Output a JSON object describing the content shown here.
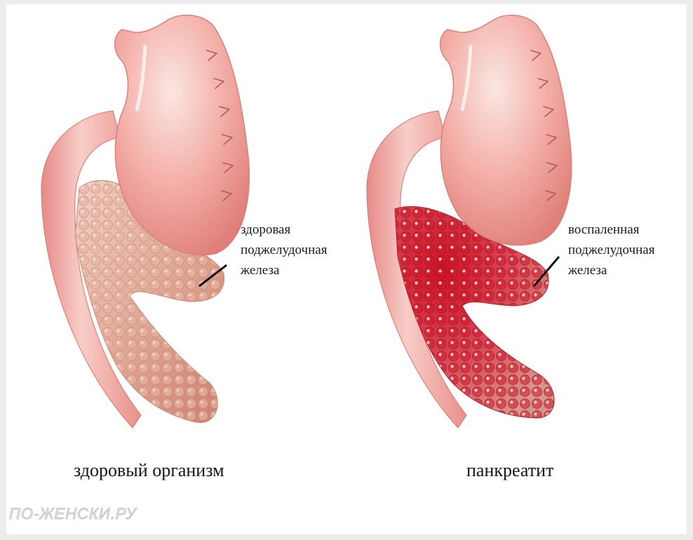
{
  "healthy": {
    "label_lines": [
      "здоровая",
      "поджелудочная",
      "железа"
    ],
    "caption": "здоровый организм"
  },
  "pancreatitis": {
    "label_lines": [
      "воспаленная",
      "поджелудочная",
      "железа"
    ],
    "caption": "панкреатит"
  },
  "watermark": "ПО-ЖЕНСКИ.РУ",
  "colors": {
    "stomach": "#f3a9a4",
    "healthy_pancreas": "#dfa28e",
    "inflamed_pancreas": "#d21c2c"
  }
}
